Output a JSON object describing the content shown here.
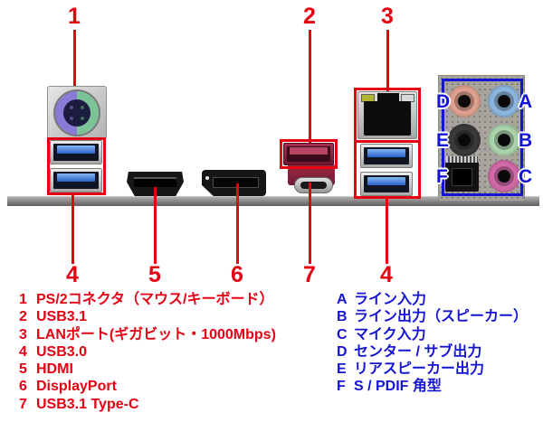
{
  "diagram": {
    "top_callouts": [
      "1",
      "2",
      "3"
    ],
    "bottom_callouts": [
      "4",
      "5",
      "6",
      "7",
      "4"
    ],
    "audio_letters": [
      "A",
      "B",
      "C",
      "D",
      "E",
      "F"
    ]
  },
  "legend_red": {
    "items": [
      {
        "num": "1",
        "label": "PS/2コネクタ（マウス/キーボード）"
      },
      {
        "num": "2",
        "label": "USB3.1"
      },
      {
        "num": "3",
        "label": "LANポート(ギガビット・1000Mbps)"
      },
      {
        "num": "4",
        "label": "USB3.0"
      },
      {
        "num": "5",
        "label": "HDMI"
      },
      {
        "num": "6",
        "label": "DisplayPort"
      },
      {
        "num": "7",
        "label": "USB3.1 Type-C"
      }
    ]
  },
  "legend_blue": {
    "items": [
      {
        "num": "A",
        "label": "ライン入力"
      },
      {
        "num": "B",
        "label": "ライン出力（スピーカー）"
      },
      {
        "num": "C",
        "label": "マイク入力"
      },
      {
        "num": "D",
        "label": "センター / サブ出力"
      },
      {
        "num": "E",
        "label": "リアスピーカー出力"
      },
      {
        "num": "F",
        "label": "S / PDIF 角型"
      }
    ]
  },
  "colors": {
    "callout_red": "#e60012",
    "legend_blue": "#1414d2",
    "usb3_blue": "#2a62c8",
    "usb31_red": "#8e1f3e",
    "ps2_mouse_green": "#7cc498",
    "ps2_keyboard_purple": "#8a7ad6",
    "jack_line_in": "#8cb6de",
    "jack_line_out": "#abd4ac",
    "jack_mic": "#d16ba8",
    "jack_center_sub": "#dfa28e",
    "jack_rear": "#3a3a3a",
    "lan_led": "#b2b438"
  }
}
